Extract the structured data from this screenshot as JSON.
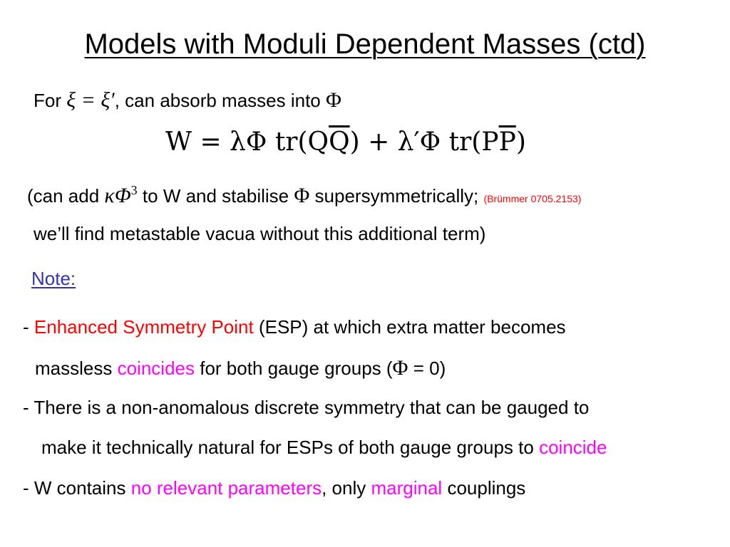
{
  "title": "Models with Moduli Dependent Masses (ctd)",
  "line1": {
    "prefix": "For",
    "condition": "ξ = ξ′",
    "suffix": ", can absorb masses into",
    "field": "Φ"
  },
  "superpotential": {
    "lhs": "W = λΦ tr(Q",
    "q_bar": "Q",
    "mid": ") + λ′Φ tr(P",
    "p_bar": "P",
    "end": ")"
  },
  "paren_note": {
    "part1": "(can add",
    "term": "κΦ",
    "exponent": "3",
    "part2": "to W and stabilise",
    "field": "Φ",
    "part3": "supersymmetrically;",
    "citation": "(Brümmer 0705.2153)",
    "line2": "we’ll find metastable vacua without this additional term)"
  },
  "note_label": "Note:",
  "bullets": {
    "b1": {
      "dash": "-",
      "highlight": "Enhanced Symmetry Point",
      "rest": "(ESP) at which extra matter becomes",
      "l2_a": "massless",
      "l2_highlight": "coincides",
      "l2_b": "for both gauge groups (",
      "l2_field": "Φ",
      "l2_c": "= 0)"
    },
    "b2": {
      "line1": "- There is a non-anomalous discrete symmetry that can be gauged to",
      "line2": "make it technically natural for ESPs of both gauge groups to",
      "highlight": "coincide"
    },
    "b3": {
      "a": "- W contains",
      "highlight1": "no relevant parameters",
      "b": ", only",
      "highlight2": "marginal",
      "c": "couplings"
    }
  },
  "colors": {
    "red": "#ff0000",
    "magenta": "#ff00ff",
    "note_blue": "#3333aa"
  }
}
